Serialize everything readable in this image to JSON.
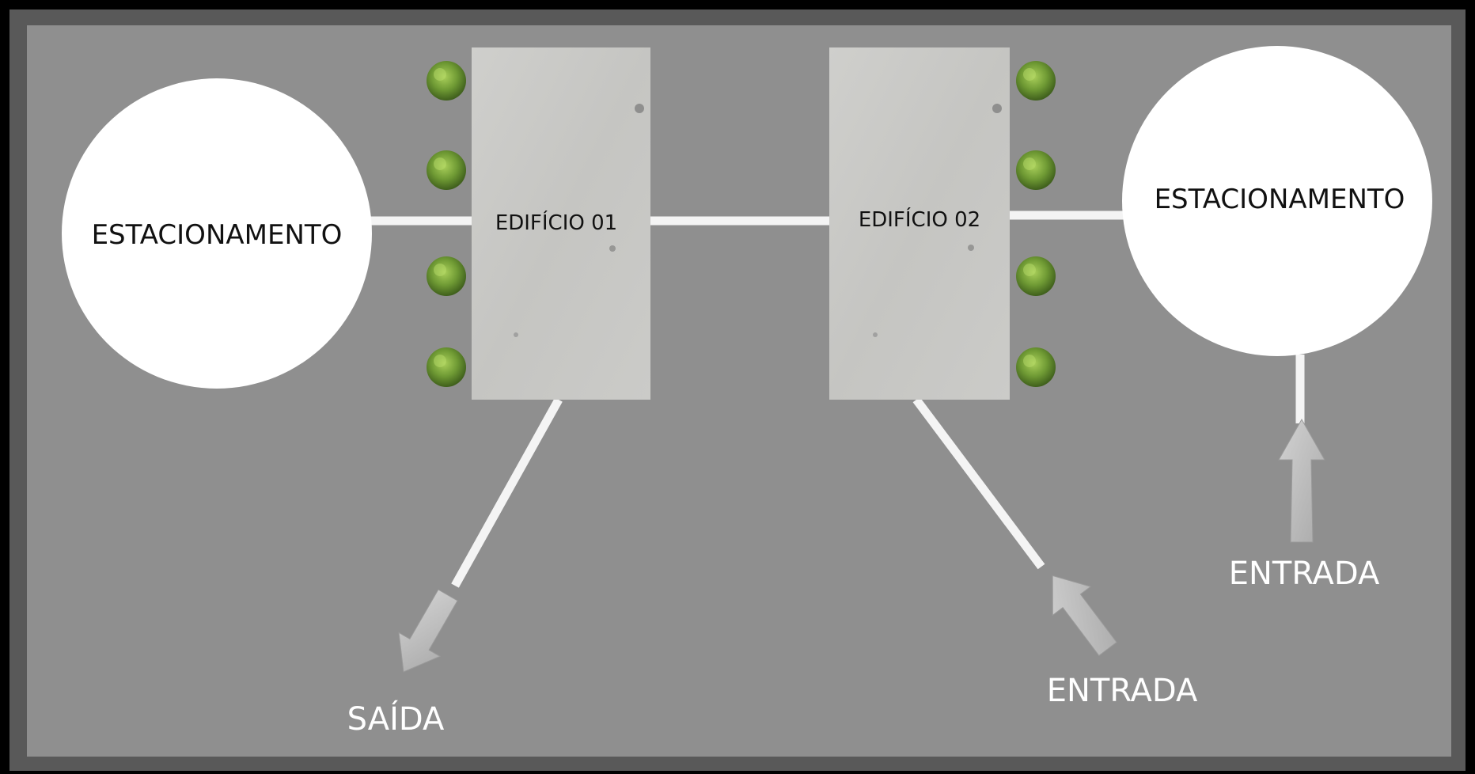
{
  "colors": {
    "outer_frame": "#000000",
    "inner_frame": "#595959",
    "site_ground": "#8f8f8f",
    "building_concrete": "#c9c9c6",
    "connector": "#f4f4f4",
    "circle_fill": "#ffffff",
    "tree_green": "#6f9a34",
    "arrow_fill": "#c4c4c4",
    "text_dark": "#111111",
    "text_light": "#ffffff"
  },
  "parking_left": {
    "label": "ESTACIONAMENTO"
  },
  "parking_right": {
    "label": "ESTACIONAMENTO"
  },
  "building_1": {
    "label": "EDIFÍCIO 01"
  },
  "building_2": {
    "label": "EDIFÍCIO 02"
  },
  "exit": {
    "label": "SAÍDA"
  },
  "entrance_middle": {
    "label": "ENTRADA"
  },
  "entrance_right": {
    "label": "ENTRADA"
  },
  "icons": [
    "tree-icon",
    "arrow-icon"
  ]
}
